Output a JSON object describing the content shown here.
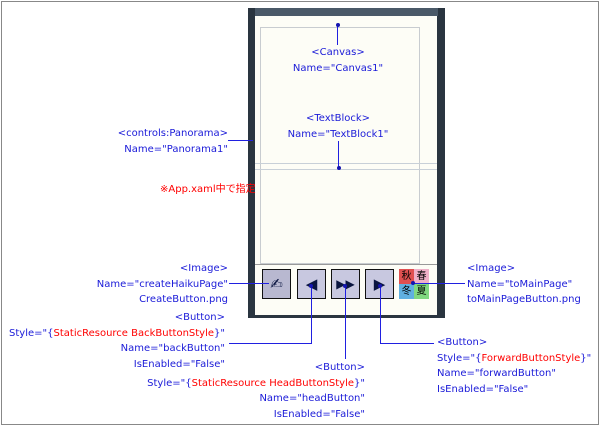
{
  "note": "※App.xaml中で指定",
  "canvas": {
    "tag": "<Canvas>",
    "name": "Name=\"Canvas1\""
  },
  "textblock": {
    "tag": "<TextBlock>",
    "name": "Name=\"TextBlock1\""
  },
  "panorama": {
    "tag": "<controls:Panorama>",
    "name": "Name=\"Panorama1\""
  },
  "create_image": {
    "tag": "<Image>",
    "name": "Name=\"createHaikuPage\"",
    "file": "CreateButton.png"
  },
  "main_image": {
    "tag": "<Image>",
    "name": "Name=\"toMainPage\"",
    "file": "toMainPageButton.png"
  },
  "back_button": {
    "tag": "<Button>",
    "style_pre": "Style=\"{",
    "style_res": "StaticResource BackButtonStyle",
    "style_post": "}\"",
    "name": "Name=\"backButton\"",
    "enabled": "IsEnabled=\"False\""
  },
  "head_button": {
    "tag": "<Button>",
    "style_pre": "Style=\"{",
    "style_res": "StaticResource HeadButtonStyle",
    "style_post": "}\"",
    "name": "Name=\"headButton\"",
    "enabled": "IsEnabled=\"False\""
  },
  "forward_button": {
    "tag": "<Button>",
    "style_pre": "Style=\"{",
    "style_res": "ForwardButtonStyle",
    "style_post": "}\"",
    "name": "Name=\"forwardButton\"",
    "enabled": "IsEnabled=\"False\""
  },
  "buttons": {
    "back": "◀",
    "head": "▶▶",
    "forward": "▶",
    "create": "✍"
  },
  "seasons": [
    "秋",
    "春",
    "冬",
    "夏"
  ],
  "colors": {
    "label": "#1a1ad8",
    "resource": "#ff0000",
    "seasons": [
      "#e05050",
      "#f0b0c8",
      "#60b0e0",
      "#80d880"
    ]
  }
}
